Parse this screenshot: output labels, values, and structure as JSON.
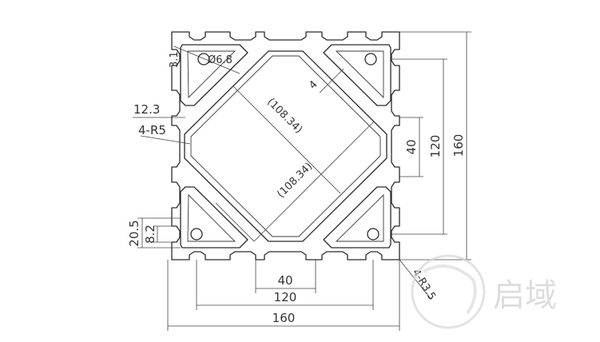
{
  "dimensions": {
    "width_overall": "160",
    "width_slots": "120",
    "width_center": "40",
    "height_overall": "160",
    "height_slots": "120",
    "height_center": "40",
    "diag_a": "(108.34)",
    "diag_b": "(108.34)",
    "wall": "4",
    "corner_hole": "Ø6.8",
    "corner_hole_depth": "3.1",
    "slot_offset": "12.3",
    "inner_radius": "4-R5",
    "outer_radius": "4-R3.5",
    "bottom_offset_a": "20.5",
    "bottom_offset_b": "8.2"
  },
  "watermark": {
    "text": "启域"
  }
}
